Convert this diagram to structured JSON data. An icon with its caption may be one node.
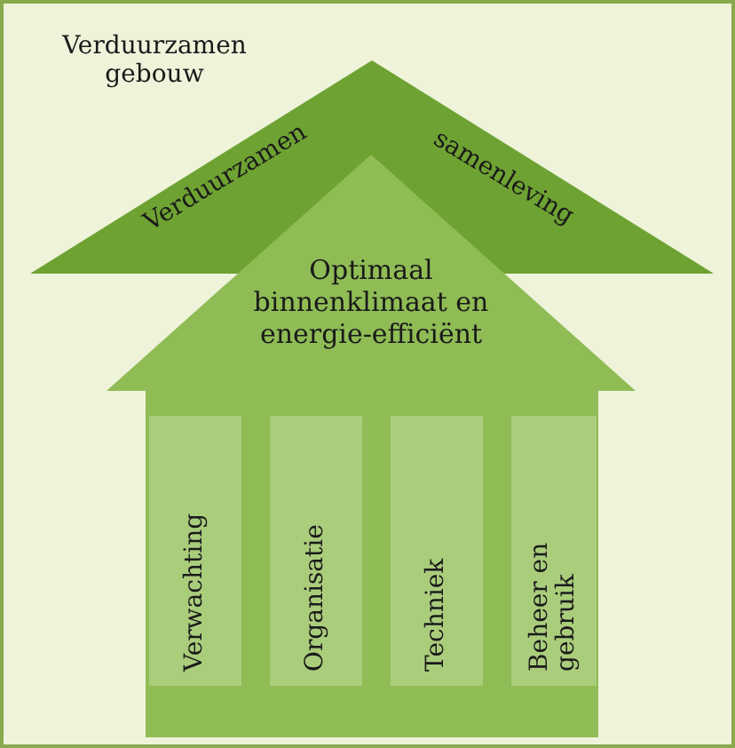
{
  "diagram": {
    "nodes": [
      {
        "text": [
          "Verduurzamen gebouw"
        ]
      },
      {
        "text": [
          "Verduurzamen",
          "samenleving"
        ],
        "in": 0
      },
      {
        "text": [
          "Optimaal binnenklimaat en energie-efficiënt"
        ],
        "in": 0
      },
      {
        "text": [],
        "shape": "box",
        "in": 0
      },
      {
        "text": [
          "Verwachting"
        ],
        "in": 3
      },
      {
        "text": [
          "Organisatie"
        ],
        "in": 3
      },
      {
        "text": [
          "Techniek"
        ],
        "in": 3
      },
      {
        "text": [
          "Beheer en gebruik"
        ],
        "in": 3
      }
    ]
  }
}
